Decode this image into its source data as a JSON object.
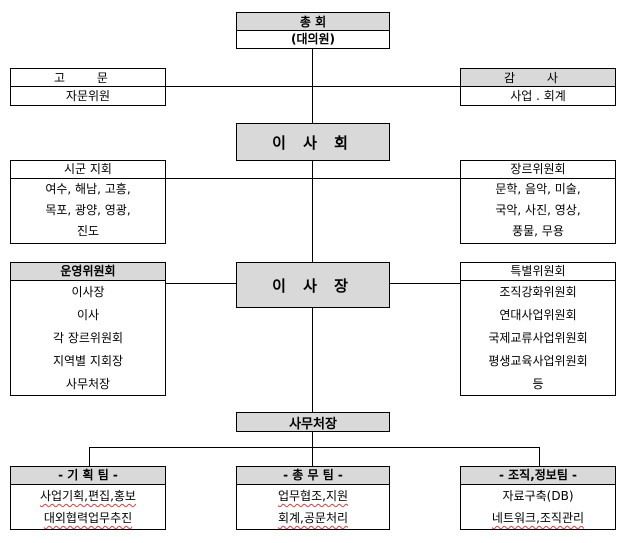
{
  "general_assembly": {
    "title": "총 회",
    "subtitle": "(대의원)"
  },
  "advisor": {
    "title": "고 문",
    "body": "자문위원"
  },
  "auditor": {
    "title": "감 사",
    "body": "사업 . 회계"
  },
  "board": {
    "title": "이 사 회"
  },
  "branches": {
    "title": "시군 지회",
    "lines": [
      "여수, 해남, 고흥,",
      "목포, 광양, 영광,",
      "진도"
    ]
  },
  "genre_committee": {
    "title": "장르위원회",
    "lines": [
      "문학, 음악, 미술,",
      "국악, 사진, 영상,",
      "풍물, 무용"
    ]
  },
  "operations_committee": {
    "title": "운영위원회",
    "lines": [
      "이사장",
      "이사",
      "각 장르위원회",
      "지역별 지회장",
      "사무처장"
    ]
  },
  "chairman": {
    "title": "이 사 장"
  },
  "special_committee": {
    "title": "특별위원회",
    "lines": [
      "조직강화위원회",
      "연대사업위원회",
      "국제교류사업위원회",
      "평생교육사업위원회",
      "등"
    ]
  },
  "secretary_general": {
    "title": "사무처장"
  },
  "planning_team": {
    "title": "- 기 획 팀 -",
    "lines": [
      "사업기획,편집,홍보",
      "대외협력업무추진"
    ]
  },
  "general_affairs_team": {
    "title": "- 총 무 팀 -",
    "lines": [
      "업무협조,지원",
      "회계,공문처리"
    ]
  },
  "org_info_team": {
    "title": "- 조직,정보팀 -",
    "lines": [
      "자료구축(DB)",
      "네트워크,조직관리"
    ]
  }
}
